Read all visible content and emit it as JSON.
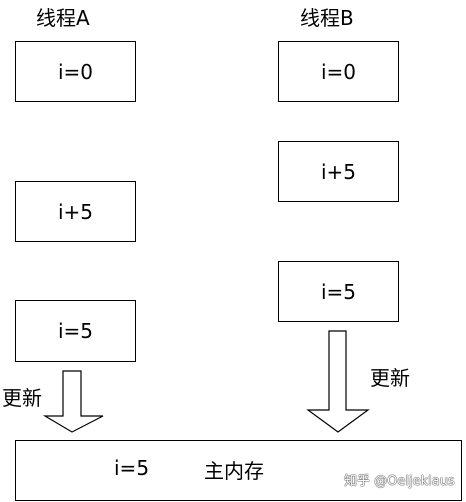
{
  "threadA": {
    "title": "线程A",
    "boxes": [
      "i=0",
      "i+5",
      "i=5"
    ]
  },
  "threadB": {
    "title": "线程B",
    "boxes": [
      "i=0",
      "i+5",
      "i=5"
    ]
  },
  "arrows": {
    "left_label": "更新",
    "right_label": "更新"
  },
  "main_memory": {
    "value": "i=5",
    "label": "主内存"
  },
  "watermark": "知乎 @Oeljeklaus"
}
